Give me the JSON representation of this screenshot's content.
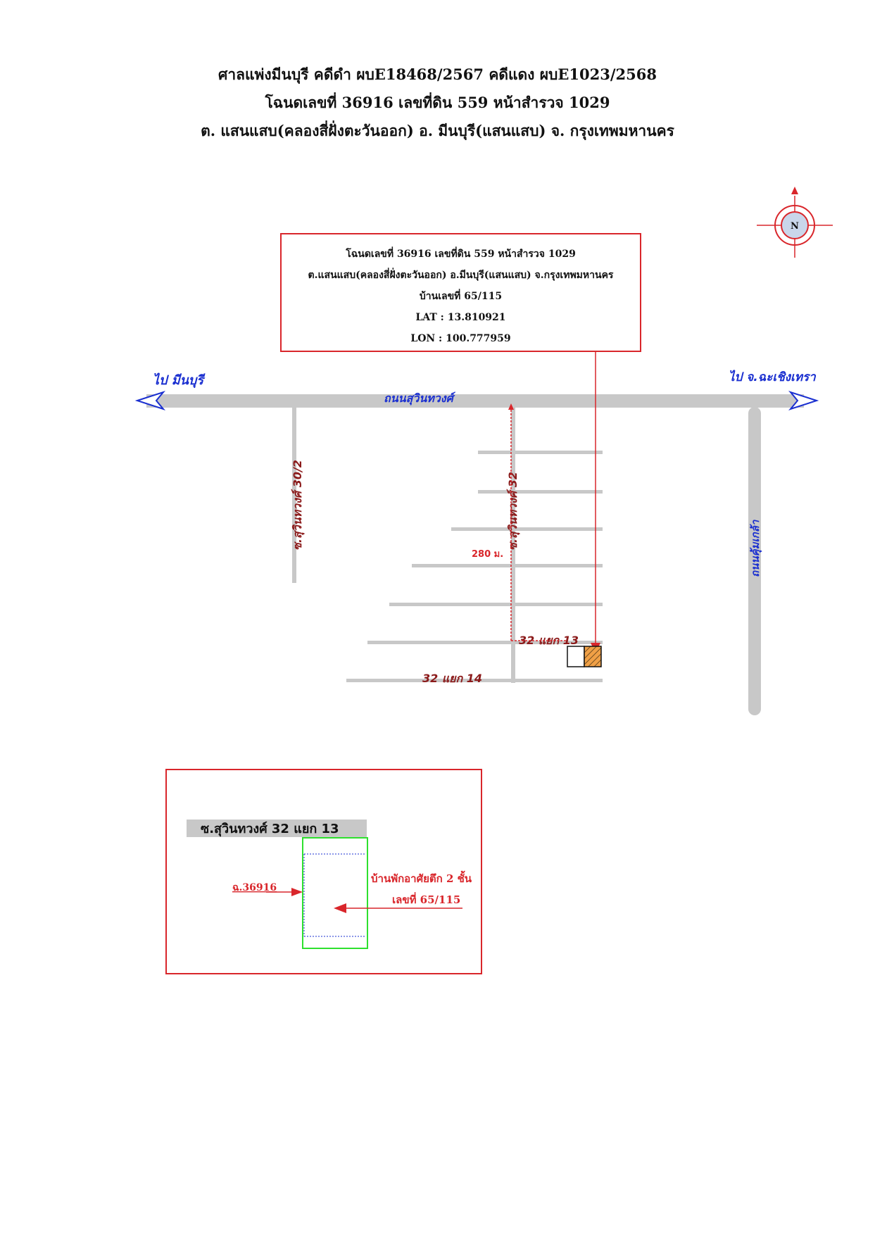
{
  "header": {
    "line1": "ศาลแพ่งมีนบุรี คดีดำ ผบE18468/2567  คดีแดง ผบE1023/2568",
    "line2": "โฉนดเลขที่ 36916 เลขที่ดิน 559 หน้าสำรวจ 1029",
    "line3": "ต. แสนแสบ(คลองสี่ฝั่งตะวันออก) อ. มีนบุรี(แสนแสบ) จ. กรุงเทพมหานคร"
  },
  "info_box": {
    "line1": "โฉนดเลขที่ 36916 เลขที่ดิน 559 หน้าสำรวจ 1029",
    "line2": "ต.แสนแสบ(คลองสี่ฝั่งตะวันออก) อ.มีนบุรี(แสนแสบ) จ.กรุงเทพมหานคร",
    "line3": "บ้านเลขที่ 65/115",
    "line4": "LAT : 13.810921",
    "line5": "LON : 100.777959"
  },
  "compass": {
    "label": "N"
  },
  "map": {
    "to_left": "ไป มีนบุรี",
    "to_right": "ไป จ.ฉะเชิงเทรา",
    "main_road": "ถนนสุวินทวงศ์",
    "soi_30_2": "ซ.สุวินทวงศ์ 30/2",
    "soi_32": "ซ.สุวินทวงศ์ 32",
    "right_road": "ถนนคุ้มเกล้า",
    "distance": "280 ม.",
    "branch_13": "32 แยก 13",
    "branch_14": "32 แยก 14"
  },
  "detail": {
    "road": "ซ.สุวินทวงศ์ 32 แยก 13",
    "deed": "ฉ.36916",
    "house_line1": "บ้านพักอาศัยตึก 2 ชั้น",
    "house_line2": "เลขที่ 65/115"
  },
  "colors": {
    "red": "#d9262b",
    "road": "#c8c8c8",
    "blue": "#1a2fd0",
    "dark_red": "#8b1a1a",
    "orange": "#f0a046",
    "green": "#2ee02e"
  }
}
